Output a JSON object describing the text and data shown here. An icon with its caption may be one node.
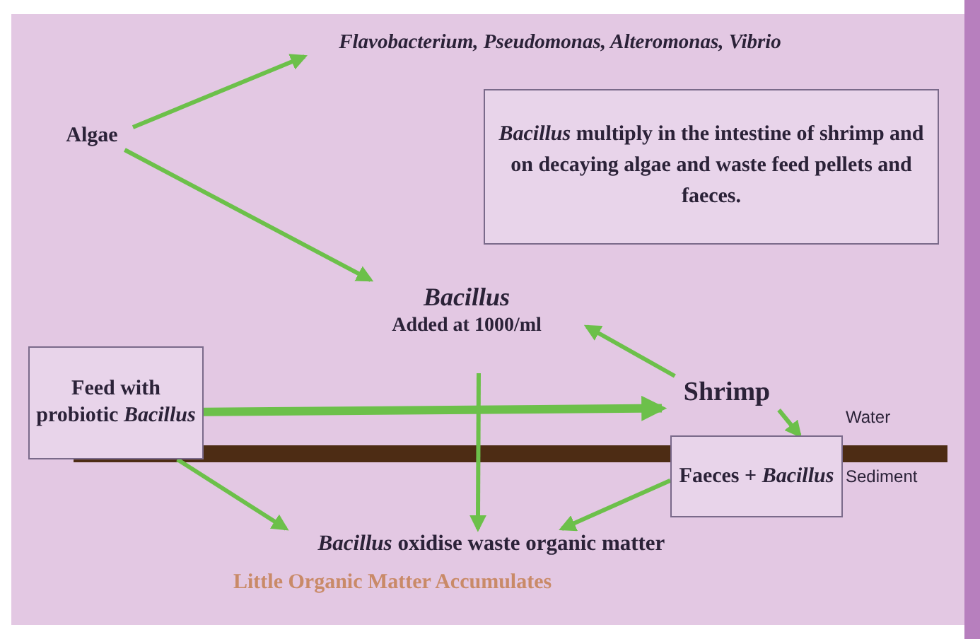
{
  "diagram": {
    "nodes": [
      {
        "text": [
          "Algae"
        ]
      },
      {
        "text": [
          "Flavobacterium, Pseudomonas, Alteromonas, Vibrio"
        ]
      },
      {
        "text": [
          "Bacillus",
          "Added at 1000/ml"
        ]
      },
      {
        "text": [
          "*Bacillus* multiply in the intestine of shrimp and on decaying algae and waste feed pellets and faeces."
        ]
      },
      {
        "text": [
          "Feed with probiotic *Bacillus*"
        ]
      },
      {
        "text": [
          "Shrimp"
        ]
      },
      {
        "text": [
          "Faeces + *Bacillus*"
        ]
      },
      {
        "text": [
          "*Bacillus* oxidise waste organic matter"
        ]
      }
    ],
    "edges": [
      {
        "from": 0,
        "to": 1,
        "arrow": "to"
      },
      {
        "from": 0,
        "to": 2,
        "arrow": "to"
      },
      {
        "from": 5,
        "to": 2,
        "arrow": "to"
      },
      {
        "from": 4,
        "to": 5,
        "arrow": "to",
        "style": "thick"
      },
      {
        "from": 2,
        "to": 7,
        "arrow": "to"
      },
      {
        "from": 4,
        "to": 7,
        "arrow": "to"
      },
      {
        "from": 5,
        "to": 6,
        "arrow": "to"
      },
      {
        "from": 6,
        "to": 7,
        "arrow": "to"
      }
    ],
    "labels": [
      "Water",
      "Sediment",
      "Little Organic Matter Accumulates"
    ]
  }
}
